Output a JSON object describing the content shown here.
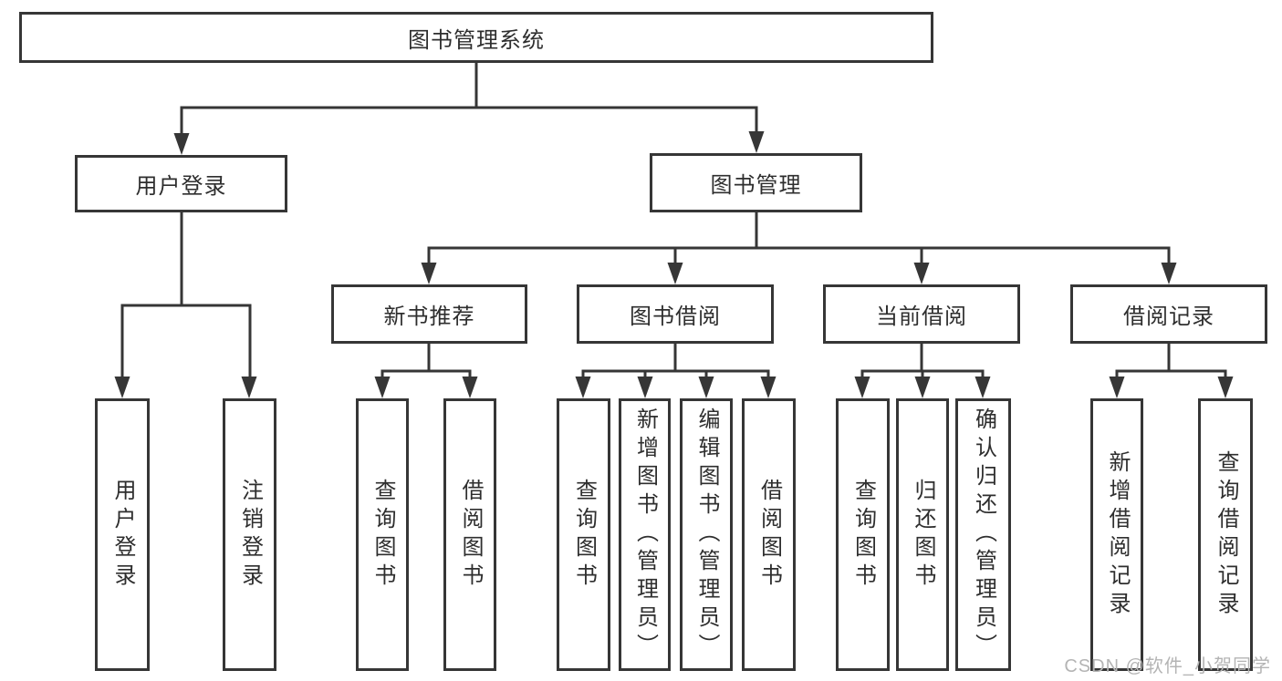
{
  "diagram": {
    "root": {
      "label": "图书管理系统"
    },
    "branches": [
      {
        "label": "用户登录",
        "children": [
          {
            "label": "用户登录"
          },
          {
            "label": "注销登录"
          }
        ]
      },
      {
        "label": "图书管理",
        "sections": [
          {
            "label": "新书推荐",
            "children": [
              {
                "label": "查询图书"
              },
              {
                "label": "借阅图书"
              }
            ]
          },
          {
            "label": "图书借阅",
            "children": [
              {
                "label": "查询图书"
              },
              {
                "label": "新增图书（管理员）"
              },
              {
                "label": "编辑图书（管理员）"
              },
              {
                "label": "借阅图书"
              }
            ]
          },
          {
            "label": "当前借阅",
            "children": [
              {
                "label": "查询图书"
              },
              {
                "label": "归还图书"
              },
              {
                "label": "确认归还（管理员）"
              }
            ]
          },
          {
            "label": "借阅记录",
            "children": [
              {
                "label": "新增借阅记录"
              },
              {
                "label": "查询借阅记录"
              }
            ]
          }
        ]
      }
    ]
  },
  "watermark": {
    "text": "CSDN @软件_小贺同学"
  },
  "colors": {
    "line": "#363636",
    "text": "#2e2e2e",
    "background": "#ffffff",
    "watermark": "#b4b4b4"
  }
}
